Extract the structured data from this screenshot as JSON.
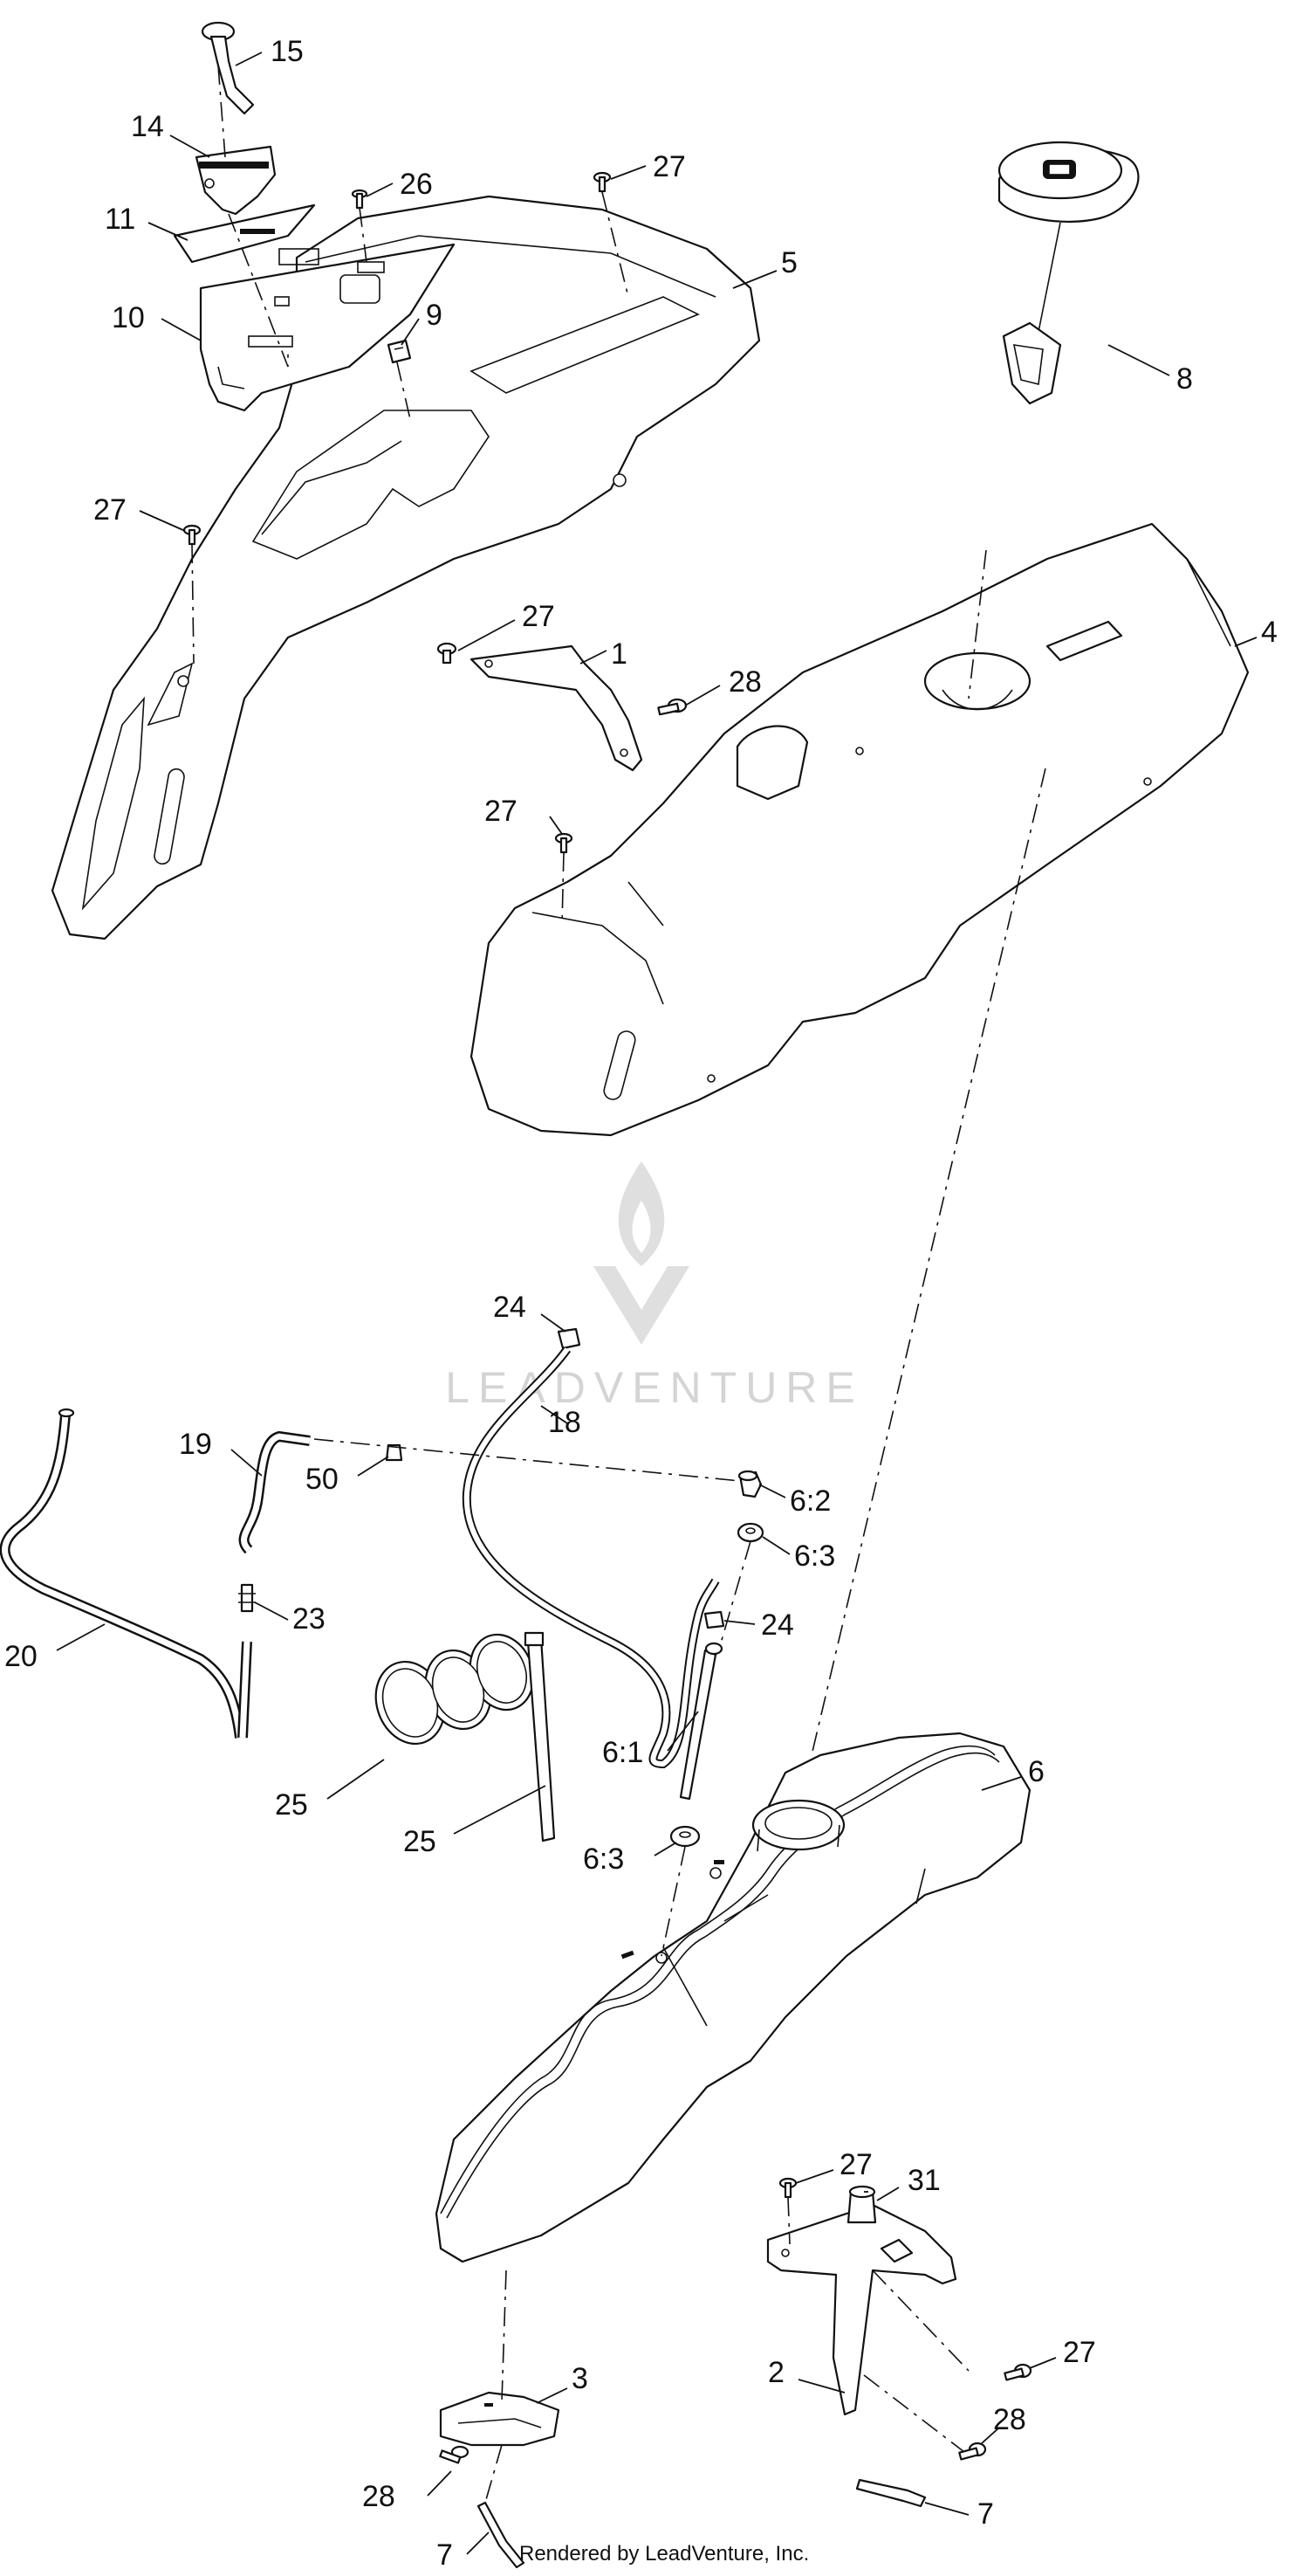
{
  "callouts": [
    {
      "id": "c15",
      "text": "15"
    },
    {
      "id": "c14",
      "text": "14"
    },
    {
      "id": "c26",
      "text": "26"
    },
    {
      "id": "c27a",
      "text": "27"
    },
    {
      "id": "c11",
      "text": "11"
    },
    {
      "id": "c5",
      "text": "5"
    },
    {
      "id": "c10",
      "text": "10"
    },
    {
      "id": "c9",
      "text": "9"
    },
    {
      "id": "c8",
      "text": "8"
    },
    {
      "id": "c27b",
      "text": "27"
    },
    {
      "id": "c27c",
      "text": "27"
    },
    {
      "id": "c1",
      "text": "1"
    },
    {
      "id": "c4",
      "text": "4"
    },
    {
      "id": "c28a",
      "text": "28"
    },
    {
      "id": "c27d",
      "text": "27"
    },
    {
      "id": "c24a",
      "text": "24"
    },
    {
      "id": "c18",
      "text": "18"
    },
    {
      "id": "c19",
      "text": "19"
    },
    {
      "id": "c50",
      "text": "50"
    },
    {
      "id": "c62",
      "text": "6:2"
    },
    {
      "id": "c63a",
      "text": "6:3"
    },
    {
      "id": "c23",
      "text": "23"
    },
    {
      "id": "c24b",
      "text": "24"
    },
    {
      "id": "c20",
      "text": "20"
    },
    {
      "id": "c61",
      "text": "6:1"
    },
    {
      "id": "c6",
      "text": "6"
    },
    {
      "id": "c25a",
      "text": "25"
    },
    {
      "id": "c25b",
      "text": "25"
    },
    {
      "id": "c63b",
      "text": "6:3"
    },
    {
      "id": "c27e",
      "text": "27"
    },
    {
      "id": "c31",
      "text": "31"
    },
    {
      "id": "c2",
      "text": "2"
    },
    {
      "id": "c27f",
      "text": "27"
    },
    {
      "id": "c3",
      "text": "3"
    },
    {
      "id": "c28b",
      "text": "28"
    },
    {
      "id": "c28c",
      "text": "28"
    },
    {
      "id": "c7a",
      "text": "7"
    },
    {
      "id": "c7b",
      "text": "7"
    }
  ],
  "watermark": "LEADVENTURE",
  "credit": "Rendered by LeadVenture, Inc."
}
